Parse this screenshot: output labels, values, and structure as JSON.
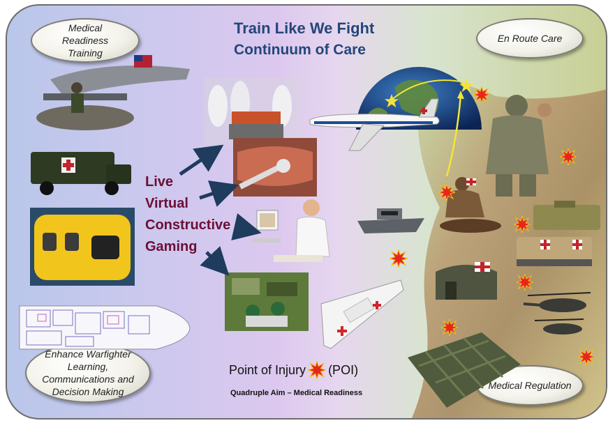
{
  "title": {
    "line1": "Train Like We Fight",
    "line2": "Continuum of Care"
  },
  "ovals": {
    "medical_readiness_training": "Medical Readiness Training",
    "en_route_care": "En Route Care",
    "medical_regulation": "Medical Regulation",
    "enhance_warfighter": "Enhance Warfighter Learning, Communications and Decision Making"
  },
  "lvc": [
    "Live",
    "Virtual",
    "Constructive",
    "Gaming"
  ],
  "poi": {
    "prefix": "Point of Injury",
    "suffix": "(POI)"
  },
  "footer": "Quadruple Aim – Medical Readiness",
  "colors": {
    "title": "#24467a",
    "lvc": "#6b0f35",
    "arrow": "#1f3b5e",
    "star_burst": "#e6261e",
    "yellow_star": "#f3e23a"
  }
}
